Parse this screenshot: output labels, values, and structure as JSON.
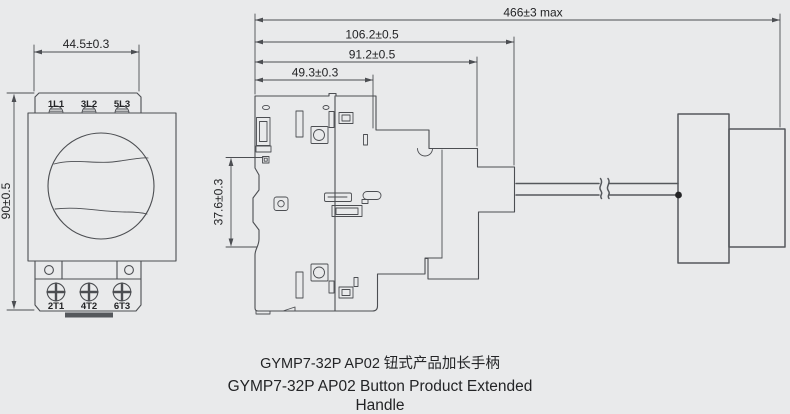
{
  "drawing": {
    "captions": {
      "zh": "GYMP7-32P AP02 钮式产品加长手柄",
      "en1": "GYMP7-32P AP02 Button Product Extended",
      "en2": "Handle"
    },
    "front_view": {
      "dim_width": "44.5±0.3",
      "dim_height": "90±0.5",
      "terminals_top": [
        "1L1",
        "3L2",
        "5L3"
      ],
      "terminals_bottom": [
        "2T1",
        "4T2",
        "6T3"
      ]
    },
    "side_view": {
      "dim_overall_max": "466±3 max",
      "dim_to_button_face": "106.2±0.5",
      "dim_to_front_face": "91.2±0.5",
      "dim_to_mount_tab": "49.3±0.3",
      "dim_din_rail": "37.6±0.3"
    },
    "colors": {
      "background": "#e9eaeb",
      "line": "#4c4e52",
      "text": "#232426",
      "dark": "#55585c"
    }
  }
}
